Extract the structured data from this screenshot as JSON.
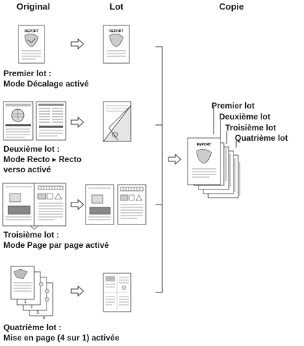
{
  "headers": {
    "original": "Original",
    "lot": "Lot",
    "copie": "Copie"
  },
  "batches": [
    {
      "line1": "Premier lot :",
      "line2": "Mode Décalage activé"
    },
    {
      "line1": "Deuxième lot :",
      "line2": "Mode Recto ▸ Recto",
      "line3": "verso activé"
    },
    {
      "line1": "Troisième lot :",
      "line2": "Mode Page par page activé"
    },
    {
      "line1": "Quatrième lot :",
      "line2": "Mise en page (4 sur 1) activée"
    }
  ],
  "copy_labels": [
    "Premier lot",
    "Deuxième lot",
    "Troisième lot",
    "Quatrième lot"
  ],
  "doc_text": {
    "report": "REPORT",
    "page_numbers": [
      "1",
      "2",
      "3",
      "4"
    ]
  }
}
